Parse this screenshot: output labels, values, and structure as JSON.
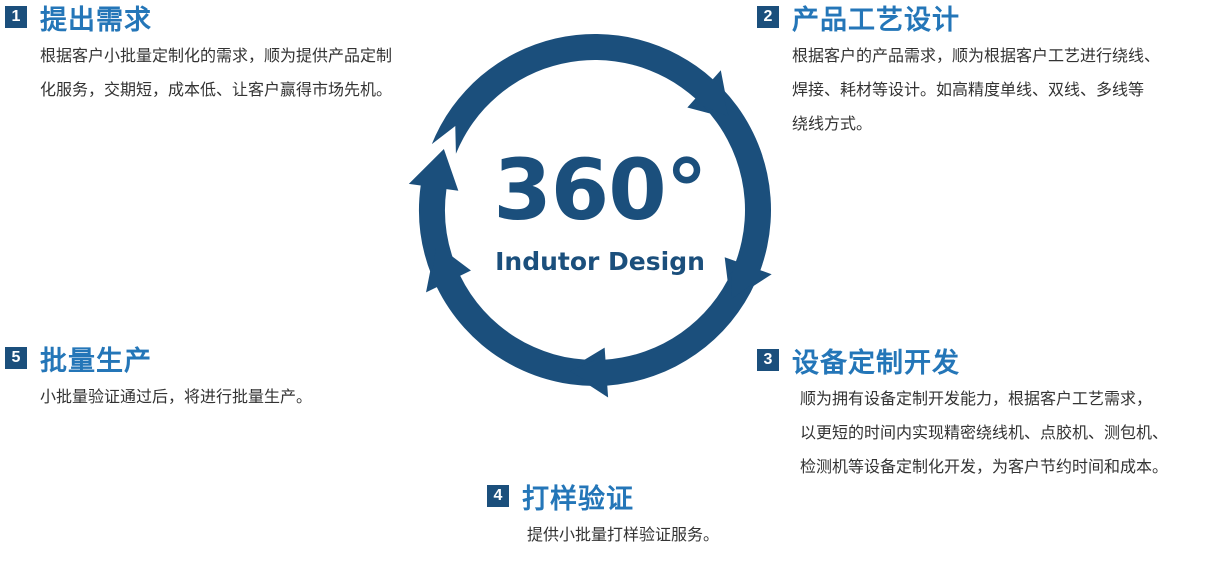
{
  "colors": {
    "accent": "#2476b8",
    "ring": "#1b4f7c",
    "text": "#333333"
  },
  "center": {
    "big": "360°",
    "sub": "Indutor Design"
  },
  "steps": [
    {
      "num": "1",
      "title": "提出需求",
      "lines": [
        "根据客户小批量定制化的需求，顺为提供产品定制",
        "化服务，交期短，成本低、让客户赢得市场先机。"
      ]
    },
    {
      "num": "2",
      "title": "产品工艺设计",
      "lines": [
        "根据客户的产品需求，顺为根据客户工艺进行绕线、",
        "焊接、耗材等设计。如高精度单线、双线、多线等",
        "绕线方式。"
      ]
    },
    {
      "num": "3",
      "title": "设备定制开发",
      "lines": [
        "顺为拥有设备定制开发能力，根据客户工艺需求，",
        "以更短的时间内实现精密绕线机、点胶机、测包机、",
        "检测机等设备定制化开发，为客户节约时间和成本。"
      ]
    },
    {
      "num": "4",
      "title": "打样验证",
      "lines": [
        "提供小批量打样验证服务。"
      ]
    },
    {
      "num": "5",
      "title": "批量生产",
      "lines": [
        "小批量验证通过后，将进行批量生产。"
      ]
    }
  ]
}
